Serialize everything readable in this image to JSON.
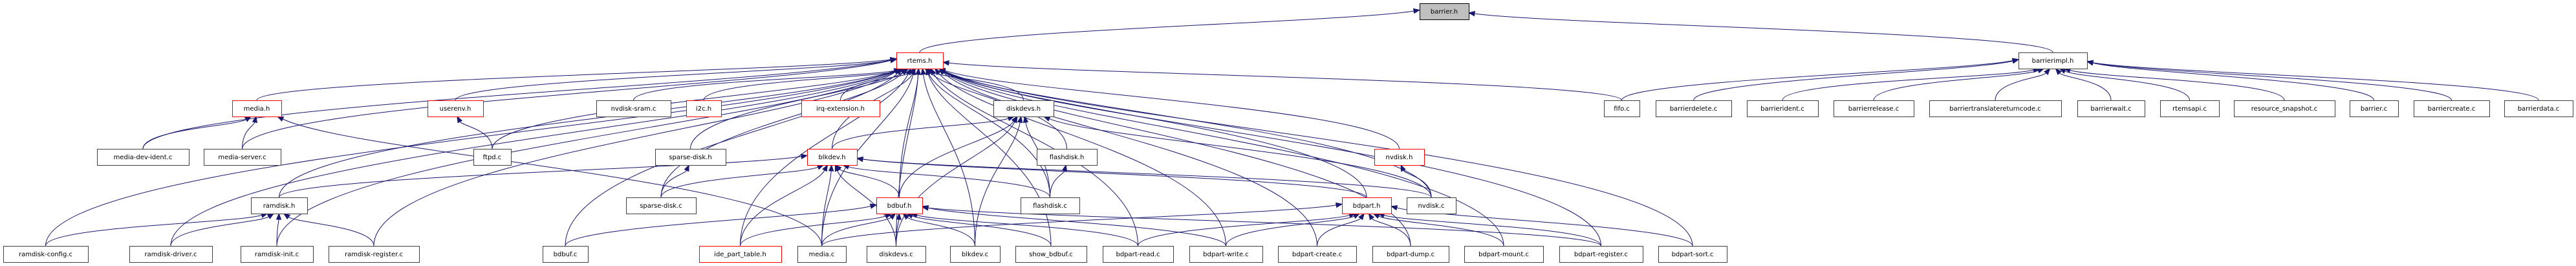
{
  "graph": {
    "title": "barrier.h include dependency graph",
    "colors": {
      "edge": "#191970",
      "documented_border": "#404040",
      "undocumented_border": "#ff0000",
      "root_fill": "#bfbfbf"
    },
    "nodes": [
      {
        "id": "barrier_h",
        "label": "barrier.h",
        "kind": "root"
      },
      {
        "id": "rtems_h",
        "label": "rtems.h",
        "kind": "red"
      },
      {
        "id": "barrierimpl_h",
        "label": "barrierimpl.h",
        "kind": "normal"
      },
      {
        "id": "media_h",
        "label": "media.h",
        "kind": "red"
      },
      {
        "id": "userenv_h",
        "label": "userenv.h",
        "kind": "red"
      },
      {
        "id": "nvdisk_sram_c",
        "label": "nvdisk-sram.c",
        "kind": "normal"
      },
      {
        "id": "i2c_h",
        "label": "i2c.h",
        "kind": "red"
      },
      {
        "id": "irq_extension_h",
        "label": "irq-extension.h",
        "kind": "red"
      },
      {
        "id": "diskdevs_h",
        "label": "diskdevs.h",
        "kind": "normal"
      },
      {
        "id": "fifo_c",
        "label": "fifo.c",
        "kind": "normal"
      },
      {
        "id": "barrierdelete_c",
        "label": "barrierdelete.c",
        "kind": "normal"
      },
      {
        "id": "barrierident_c",
        "label": "barrierident.c",
        "kind": "normal"
      },
      {
        "id": "barrierrelease_c",
        "label": "barrierrelease.c",
        "kind": "normal"
      },
      {
        "id": "barriertranslatereturncode_c",
        "label": "barriertranslatereturncode.c",
        "kind": "normal"
      },
      {
        "id": "barrierwait_c",
        "label": "barrierwait.c",
        "kind": "normal"
      },
      {
        "id": "rtemsapi_c",
        "label": "rtemsapi.c",
        "kind": "normal"
      },
      {
        "id": "resource_snapshot_c",
        "label": "resource_snapshot.c",
        "kind": "normal"
      },
      {
        "id": "barrier_c",
        "label": "barrier.c",
        "kind": "normal"
      },
      {
        "id": "barriercreate_c",
        "label": "barriercreate.c",
        "kind": "normal"
      },
      {
        "id": "barrierdata_c",
        "label": "barrierdata.c",
        "kind": "normal"
      },
      {
        "id": "media_dev_ident_c",
        "label": "media-dev-ident.c",
        "kind": "normal"
      },
      {
        "id": "media_server_c",
        "label": "media-server.c",
        "kind": "normal"
      },
      {
        "id": "ftpd_c",
        "label": "ftpd.c",
        "kind": "normal"
      },
      {
        "id": "sparse_disk_h",
        "label": "sparse-disk.h",
        "kind": "normal"
      },
      {
        "id": "blkdev_h",
        "label": "blkdev.h",
        "kind": "red"
      },
      {
        "id": "flashdisk_h",
        "label": "flashdisk.h",
        "kind": "normal"
      },
      {
        "id": "nvdisk_h",
        "label": "nvdisk.h",
        "kind": "red"
      },
      {
        "id": "ramdisk_h",
        "label": "ramdisk.h",
        "kind": "normal"
      },
      {
        "id": "sparse_disk_c",
        "label": "sparse-disk.c",
        "kind": "normal"
      },
      {
        "id": "bdbuf_h",
        "label": "bdbuf.h",
        "kind": "red"
      },
      {
        "id": "flashdisk_c",
        "label": "flashdisk.c",
        "kind": "normal"
      },
      {
        "id": "bdpart_h",
        "label": "bdpart.h",
        "kind": "red"
      },
      {
        "id": "nvdisk_c",
        "label": "nvdisk.c",
        "kind": "normal"
      },
      {
        "id": "ramdisk_config_c",
        "label": "ramdisk-config.c",
        "kind": "normal"
      },
      {
        "id": "ramdisk_driver_c",
        "label": "ramdisk-driver.c",
        "kind": "normal"
      },
      {
        "id": "ramdisk_init_c",
        "label": "ramdisk-init.c",
        "kind": "normal"
      },
      {
        "id": "ramdisk_register_c",
        "label": "ramdisk-register.c",
        "kind": "normal"
      },
      {
        "id": "bdbuf_c",
        "label": "bdbuf.c",
        "kind": "normal"
      },
      {
        "id": "ide_part_table_h",
        "label": "ide_part_table.h",
        "kind": "red"
      },
      {
        "id": "media_c",
        "label": "media.c",
        "kind": "normal"
      },
      {
        "id": "diskdevs_c",
        "label": "diskdevs.c",
        "kind": "normal"
      },
      {
        "id": "blkdev_c",
        "label": "blkdev.c",
        "kind": "normal"
      },
      {
        "id": "show_bdbuf_c",
        "label": "show_bdbuf.c",
        "kind": "normal"
      },
      {
        "id": "bdpart_read_c",
        "label": "bdpart-read.c",
        "kind": "normal"
      },
      {
        "id": "bdpart_write_c",
        "label": "bdpart-write.c",
        "kind": "normal"
      },
      {
        "id": "bdpart_create_c",
        "label": "bdpart-create.c",
        "kind": "normal"
      },
      {
        "id": "bdpart_dump_c",
        "label": "bdpart-dump.c",
        "kind": "normal"
      },
      {
        "id": "bdpart_mount_c",
        "label": "bdpart-mount.c",
        "kind": "normal"
      },
      {
        "id": "bdpart_register_c",
        "label": "bdpart-register.c",
        "kind": "normal"
      },
      {
        "id": "bdpart_sort_c",
        "label": "bdpart-sort.c",
        "kind": "normal"
      }
    ],
    "edges": [
      [
        "rtems_h",
        "barrier_h"
      ],
      [
        "barrierimpl_h",
        "barrier_h"
      ],
      [
        "fifo_c",
        "barrierimpl_h"
      ],
      [
        "barrierdelete_c",
        "barrierimpl_h"
      ],
      [
        "barrierident_c",
        "barrierimpl_h"
      ],
      [
        "barrierrelease_c",
        "barrierimpl_h"
      ],
      [
        "barriertranslatereturncode_c",
        "barrierimpl_h"
      ],
      [
        "barrierwait_c",
        "barrierimpl_h"
      ],
      [
        "rtemsapi_c",
        "barrierimpl_h"
      ],
      [
        "resource_snapshot_c",
        "barrierimpl_h"
      ],
      [
        "barrier_c",
        "barrierimpl_h"
      ],
      [
        "barriercreate_c",
        "barrierimpl_h"
      ],
      [
        "barrierdata_c",
        "barrierimpl_h"
      ],
      [
        "media_h",
        "rtems_h"
      ],
      [
        "media_dev_ident_c",
        "rtems_h"
      ],
      [
        "media_server_c",
        "rtems_h"
      ],
      [
        "ramdisk_h",
        "rtems_h"
      ],
      [
        "ramdisk_config_c",
        "rtems_h"
      ],
      [
        "ramdisk_driver_c",
        "rtems_h"
      ],
      [
        "ramdisk_init_c",
        "rtems_h"
      ],
      [
        "ramdisk_register_c",
        "rtems_h"
      ],
      [
        "userenv_h",
        "rtems_h"
      ],
      [
        "ftpd_c",
        "rtems_h"
      ],
      [
        "nvdisk_sram_c",
        "rtems_h"
      ],
      [
        "i2c_h",
        "rtems_h"
      ],
      [
        "irq_extension_h",
        "rtems_h"
      ],
      [
        "sparse_disk_h",
        "rtems_h"
      ],
      [
        "sparse_disk_c",
        "rtems_h"
      ],
      [
        "bdbuf_c",
        "rtems_h"
      ],
      [
        "ide_part_table_h",
        "rtems_h"
      ],
      [
        "media_c",
        "rtems_h"
      ],
      [
        "diskdevs_h",
        "rtems_h"
      ],
      [
        "blkdev_h",
        "rtems_h"
      ],
      [
        "bdbuf_h",
        "rtems_h"
      ],
      [
        "diskdevs_c",
        "rtems_h"
      ],
      [
        "flashdisk_h",
        "rtems_h"
      ],
      [
        "flashdisk_c",
        "rtems_h"
      ],
      [
        "blkdev_c",
        "rtems_h"
      ],
      [
        "show_bdbuf_c",
        "rtems_h"
      ],
      [
        "bdpart_read_c",
        "rtems_h"
      ],
      [
        "bdpart_write_c",
        "rtems_h"
      ],
      [
        "bdpart_h",
        "rtems_h"
      ],
      [
        "nvdisk_h",
        "rtems_h"
      ],
      [
        "nvdisk_c",
        "rtems_h"
      ],
      [
        "bdpart_create_c",
        "rtems_h"
      ],
      [
        "bdpart_dump_c",
        "rtems_h"
      ],
      [
        "bdpart_mount_c",
        "rtems_h"
      ],
      [
        "bdpart_register_c",
        "rtems_h"
      ],
      [
        "bdpart_sort_c",
        "rtems_h"
      ],
      [
        "fifo_c",
        "rtems_h"
      ],
      [
        "media_dev_ident_c",
        "media_h"
      ],
      [
        "media_server_c",
        "media_h"
      ],
      [
        "media_c",
        "media_h"
      ],
      [
        "ramdisk_config_c",
        "ramdisk_h"
      ],
      [
        "ramdisk_driver_c",
        "ramdisk_h"
      ],
      [
        "ramdisk_init_c",
        "ramdisk_h"
      ],
      [
        "ramdisk_register_c",
        "ramdisk_h"
      ],
      [
        "ftpd_c",
        "userenv_h"
      ],
      [
        "sparse_disk_c",
        "sparse_disk_h"
      ],
      [
        "blkdev_h",
        "diskdevs_h"
      ],
      [
        "bdbuf_h",
        "diskdevs_h"
      ],
      [
        "diskdevs_c",
        "diskdevs_h"
      ],
      [
        "blkdev_c",
        "diskdevs_h"
      ],
      [
        "flashdisk_c",
        "diskdevs_h"
      ],
      [
        "nvdisk_c",
        "diskdevs_h"
      ],
      [
        "ramdisk_h",
        "blkdev_h"
      ],
      [
        "sparse_disk_h",
        "blkdev_h"
      ],
      [
        "sparse_disk_c",
        "blkdev_h"
      ],
      [
        "ide_part_table_h",
        "blkdev_h"
      ],
      [
        "media_c",
        "blkdev_h"
      ],
      [
        "diskdevs_c",
        "blkdev_h"
      ],
      [
        "bdbuf_h",
        "blkdev_h"
      ],
      [
        "flashdisk_c",
        "blkdev_h"
      ],
      [
        "nvdisk_c",
        "blkdev_h"
      ],
      [
        "bdpart_h",
        "blkdev_h"
      ],
      [
        "flashdisk_c",
        "flashdisk_h"
      ],
      [
        "nvdisk_c",
        "nvdisk_h"
      ],
      [
        "bdbuf_c",
        "bdbuf_h"
      ],
      [
        "ide_part_table_h",
        "bdbuf_h"
      ],
      [
        "media_c",
        "bdbuf_h"
      ],
      [
        "diskdevs_c",
        "bdbuf_h"
      ],
      [
        "blkdev_c",
        "bdbuf_h"
      ],
      [
        "show_bdbuf_c",
        "bdbuf_h"
      ],
      [
        "bdpart_read_c",
        "bdbuf_h"
      ],
      [
        "bdpart_write_c",
        "bdbuf_h"
      ],
      [
        "bdpart_register_c",
        "bdbuf_h"
      ],
      [
        "media_c",
        "bdpart_h"
      ],
      [
        "bdpart_read_c",
        "bdpart_h"
      ],
      [
        "bdpart_write_c",
        "bdpart_h"
      ],
      [
        "bdpart_create_c",
        "bdpart_h"
      ],
      [
        "bdpart_dump_c",
        "bdpart_h"
      ],
      [
        "bdpart_mount_c",
        "bdpart_h"
      ],
      [
        "bdpart_register_c",
        "bdpart_h"
      ],
      [
        "bdpart_sort_c",
        "bdpart_h"
      ]
    ]
  }
}
